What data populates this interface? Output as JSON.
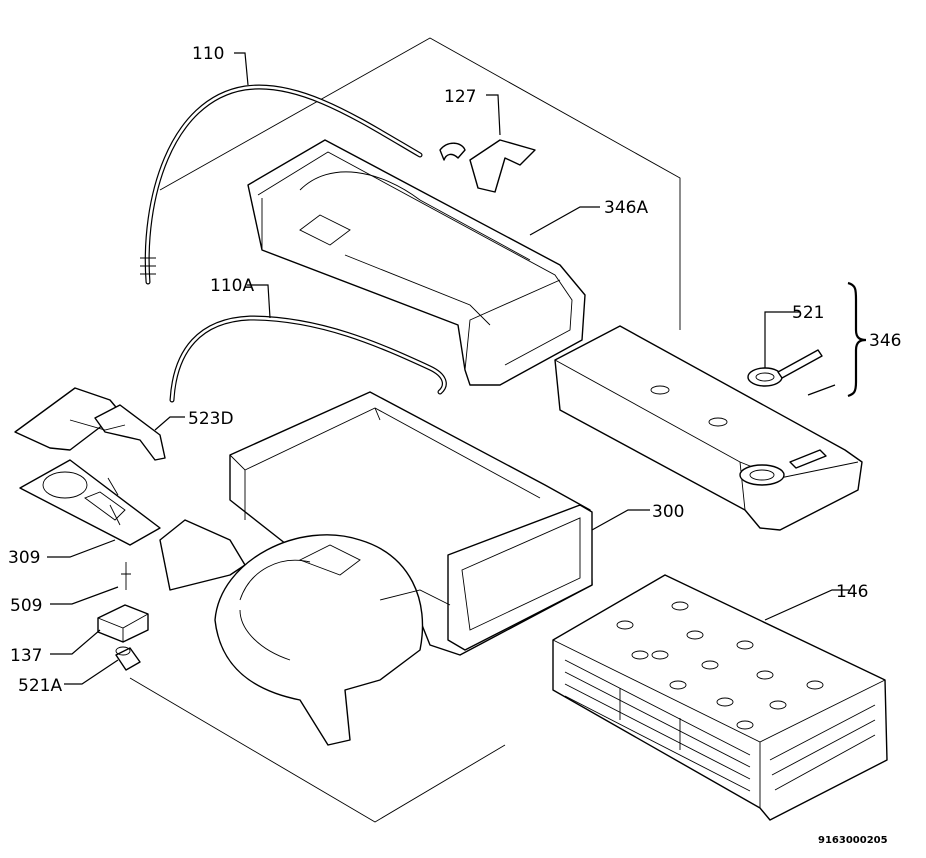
{
  "diagram": {
    "type": "exploded-parts-view",
    "drawing_code": "9163000205",
    "callouts": [
      {
        "id": "110",
        "text": "110"
      },
      {
        "id": "127",
        "text": "127"
      },
      {
        "id": "346A",
        "text": "346A"
      },
      {
        "id": "110A",
        "text": "110A"
      },
      {
        "id": "521",
        "text": "521"
      },
      {
        "id": "346",
        "text": "346"
      },
      {
        "id": "523D",
        "text": "523D"
      },
      {
        "id": "300",
        "text": "300"
      },
      {
        "id": "309",
        "text": "309"
      },
      {
        "id": "146",
        "text": "146"
      },
      {
        "id": "509",
        "text": "509"
      },
      {
        "id": "137",
        "text": "137"
      },
      {
        "id": "521A",
        "text": "521A"
      }
    ]
  }
}
